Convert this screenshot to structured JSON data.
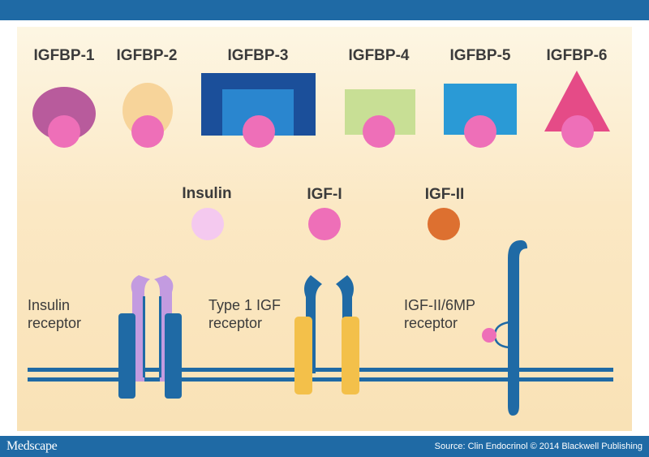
{
  "header": {},
  "footer": {
    "brand": "Medscape",
    "source": "Source: Clin Endocrinol © 2014 Blackwell Publishing"
  },
  "binding_proteins": [
    {
      "label": "IGFBP-1",
      "color": "#b85b9c"
    },
    {
      "label": "IGFBP-2",
      "color": "#f7d49a"
    },
    {
      "label": "IGFBP-3",
      "color": "#1b4f9a"
    },
    {
      "label": "IGFBP-4",
      "color": "#c8df95"
    },
    {
      "label": "IGFBP-5",
      "color": "#2a9ad6"
    },
    {
      "label": "IGFBP-6",
      "color": "#e54b87"
    }
  ],
  "ligands": [
    {
      "label": "Insulin",
      "color": "#f4c9ef"
    },
    {
      "label": "IGF-I",
      "color": "#ee6fb8"
    },
    {
      "label": "IGF-II",
      "color": "#dd7030"
    }
  ],
  "receptors": [
    {
      "label_line1": "Insulin",
      "label_line2": "receptor"
    },
    {
      "label_line1": "Type 1 IGF",
      "label_line2": "receptor"
    },
    {
      "label_line1": "IGF-II/6MP",
      "label_line2": "receptor"
    }
  ],
  "colors": {
    "membrane": "#1f6aa5",
    "receptor_blue": "#1f6aa5",
    "insulin_receptor_alpha": "#c39be0",
    "igf1_receptor_alpha": "#f3c04a",
    "igf_pink": "#ee6fb8"
  }
}
